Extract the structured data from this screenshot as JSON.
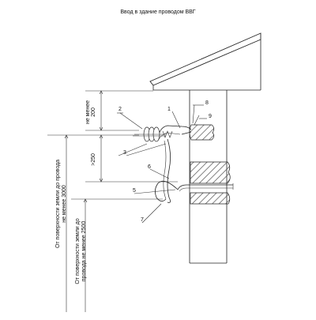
{
  "title": "Ввод в здание проводом ВВГ",
  "callouts": {
    "c1": "1",
    "c2": "2",
    "c3": "3",
    "c5": "5",
    "c6": "6",
    "c7": "7",
    "c8": "8",
    "c9": "9"
  },
  "dimensions": {
    "top_gap_value": "200",
    "top_gap_note": "не менее",
    "mid_gap": ">250",
    "ground_to_wire_line1": "От поверхности земли до провода",
    "ground_to_wire_line2": "не менее 3000",
    "ground_to_entry_line1": "От поверхности земли до",
    "ground_to_entry_line2": "провода не менее 2500"
  }
}
